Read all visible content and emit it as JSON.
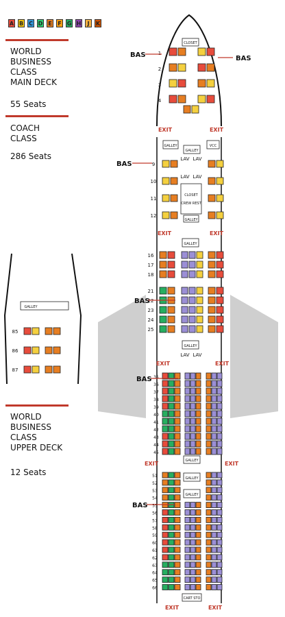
{
  "legend": {
    "keys": [
      "A",
      "B",
      "C",
      "D",
      "E",
      "F",
      "G",
      "H",
      "J",
      "K"
    ],
    "colors": [
      "#e74c3c",
      "#f1c40f",
      "#3498db",
      "#2ecc71",
      "#e67e22",
      "#f39c12",
      "#27ae60",
      "#8e44ad",
      "#f5b041",
      "#d35400"
    ]
  },
  "sections": [
    {
      "title": "WORLD\nBUSINESS\nCLASS\nMAIN DECK",
      "seats": "55 Seats"
    },
    {
      "title": "COACH\nCLASS",
      "seats": "286 Seats"
    },
    {
      "title": "WORLD\nBUSINESS\nCLASS\nUPPER DECK",
      "seats": "12 Seats"
    }
  ],
  "labels": {
    "bas": "BAS",
    "exit": "EXIT",
    "closet": "CLOSET",
    "galley": "GALLEY",
    "lav": "LAV",
    "crew_rest": "CREW REST",
    "cart_std": "CART STO",
    "vcc": "VCC"
  },
  "rows": {
    "main_business": [
      "1",
      "2",
      "3",
      "4"
    ],
    "coach_front": [
      "9",
      "10",
      "11",
      "12"
    ],
    "coach_mid": [
      "16",
      "17",
      "18",
      "21",
      "22",
      "23",
      "24",
      "25"
    ],
    "coach_rear": [
      "35",
      "36",
      "37",
      "38",
      "39",
      "40",
      "41",
      "42",
      "43",
      "44",
      "45"
    ],
    "coach_tail": [
      "51",
      "52",
      "53",
      "54",
      "55",
      "56",
      "57",
      "58",
      "59",
      "60",
      "61",
      "62",
      "63",
      "64",
      "65",
      "66"
    ],
    "upper": [
      "85",
      "86",
      "87"
    ]
  },
  "colors": {
    "seat_red": "#e74c3c",
    "seat_orange": "#e67e22",
    "seat_yellow": "#f4d03f",
    "seat_green": "#27ae60",
    "seat_purple": "#9b8fd6",
    "exit_red": "#c0392b",
    "wing": "#cfcfcf"
  }
}
